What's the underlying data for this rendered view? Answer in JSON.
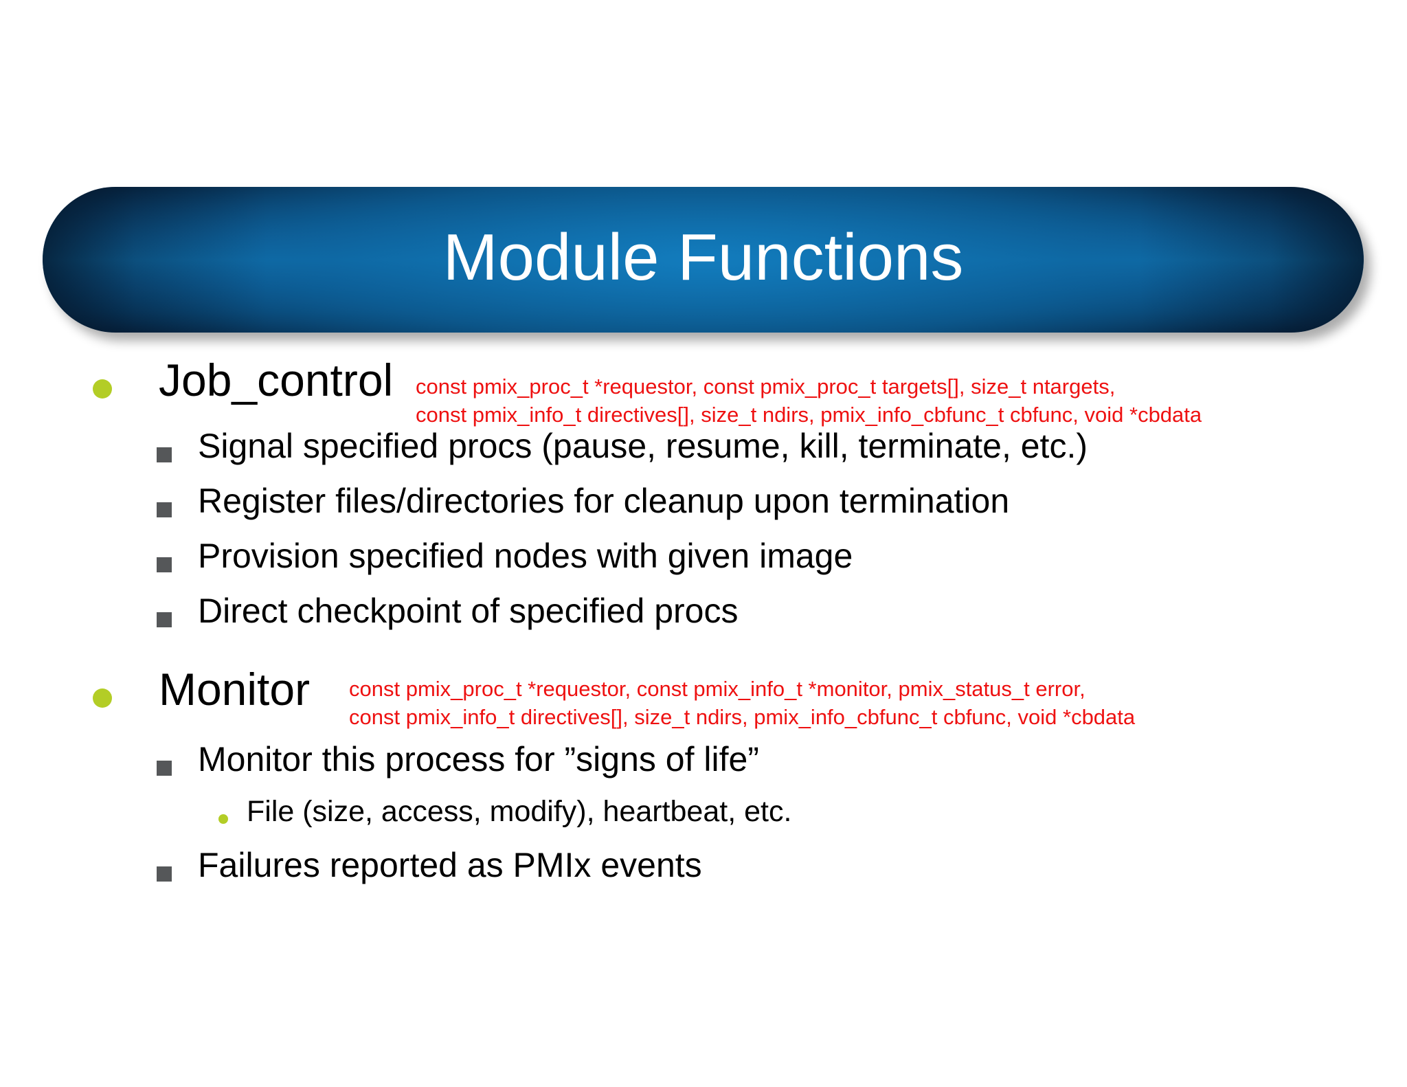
{
  "slide": {
    "title": "Module Functions",
    "background_color": "#ffffff",
    "title_bar_color": "#0f5d96",
    "accent_bullet_color": "#b3cd26",
    "code_color": "#ee1111",
    "square_bullet_color": "#555759"
  },
  "content": {
    "sections": [
      {
        "heading": "Job_control",
        "bullet_icon": "green-circle-bullet",
        "signature_lines": [
          "const pmix_proc_t *requestor, const pmix_proc_t targets[], size_t ntargets,",
          "const pmix_info_t directives[], size_t ndirs, pmix_info_cbfunc_t cbfunc, void *cbdata"
        ],
        "items": [
          {
            "text": "Signal specified procs (pause, resume, kill, terminate, etc.)",
            "bullet_icon": "gray-square-bullet"
          },
          {
            "text": "Register files/directories for cleanup upon termination",
            "bullet_icon": "gray-square-bullet"
          },
          {
            "text": "Provision specified nodes with given image",
            "bullet_icon": "gray-square-bullet"
          },
          {
            "text": "Direct checkpoint of specified procs",
            "bullet_icon": "gray-square-bullet"
          }
        ]
      },
      {
        "heading": "Monitor",
        "bullet_icon": "green-circle-bullet",
        "signature_lines": [
          "const pmix_proc_t *requestor, const pmix_info_t *monitor, pmix_status_t error,",
          "const pmix_info_t directives[], size_t ndirs, pmix_info_cbfunc_t cbfunc, void *cbdata"
        ],
        "items": [
          {
            "text": "Monitor this process for ”signs of life”",
            "bullet_icon": "gray-square-bullet"
          },
          {
            "text": "File (size, access, modify), heartbeat, etc.",
            "bullet_icon": "green-dot-bullet",
            "level": 3
          },
          {
            "text": "Failures reported as PMIx events",
            "bullet_icon": "gray-square-bullet"
          }
        ]
      }
    ]
  }
}
